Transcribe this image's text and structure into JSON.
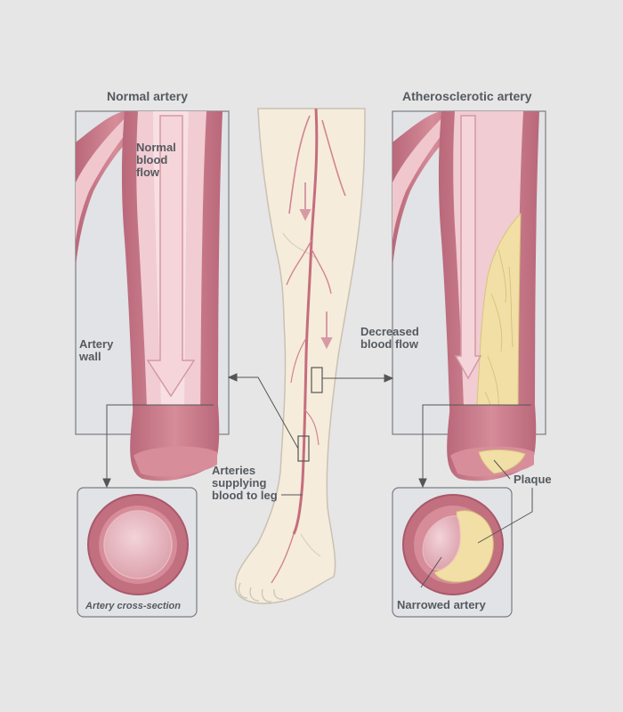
{
  "labels": {
    "normal_title": "Normal artery",
    "athero_title": "Atherosclerotic artery",
    "normal_flow": [
      "Normal",
      "blood",
      "flow"
    ],
    "artery_wall": [
      "Artery",
      "wall"
    ],
    "decreased_flow": [
      "Decreased",
      "blood flow"
    ],
    "arteries_supplying": [
      "Arteries",
      "supplying",
      "blood to leg"
    ],
    "plaque": "Plaque",
    "cross_section": "Artery cross-section",
    "narrowed": "Narrowed artery"
  },
  "colors": {
    "background": "#e6e6e6",
    "panel": "#e2e3e6",
    "artery_wall": "#c97c8a",
    "lumen": "#f2cfd4",
    "plaque": "#f1dfa6",
    "skin": "#f6ecdc",
    "text": "#555a60"
  }
}
